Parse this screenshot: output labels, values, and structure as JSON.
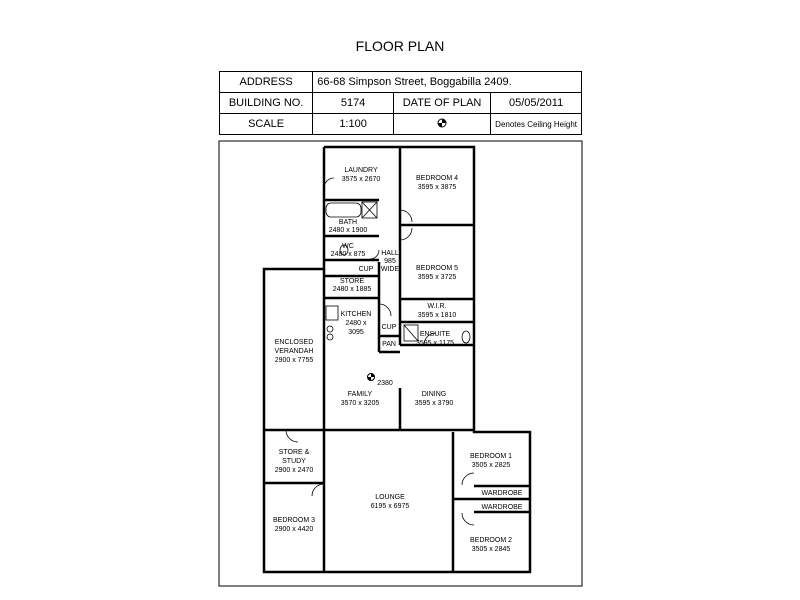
{
  "title": "FLOOR PLAN",
  "info": {
    "address_label": "ADDRESS",
    "address": "66-68 Simpson Street, Boggabilla 2409.",
    "building_label": "BUILDING NO.",
    "building_no": "5174",
    "date_label": "DATE OF PLAN",
    "date": "05/05/2011",
    "scale_label": "SCALE",
    "scale": "1:100",
    "ceiling_note": "Denotes Ceiling Height"
  },
  "rooms": {
    "laundry": {
      "name": "LAUNDRY",
      "dims": "3575 x 2670"
    },
    "bedroom4": {
      "name": "BEDROOM 4",
      "dims": "3595 x 3875"
    },
    "bath": {
      "name": "BATH",
      "dims": "2480 x 1900"
    },
    "wc": {
      "name": "WC",
      "dims": "2480 x 875"
    },
    "hall": {
      "name": "HALL",
      "dims": "985",
      "extra": "WIDE"
    },
    "cup1": {
      "name": "CUP"
    },
    "bedroom5": {
      "name": "BEDROOM 5",
      "dims": "3595 x 3725"
    },
    "store": {
      "name": "STORE",
      "dims": "2480 x 1885"
    },
    "wir": {
      "name": "W.I.R.",
      "dims": "3595 x 1810"
    },
    "kitchen": {
      "name": "KITCHEN",
      "dims": "2480 x",
      "dims2": "3095"
    },
    "cup2": {
      "name": "CUP"
    },
    "ensuite": {
      "name": "ENSUITE",
      "dims": "3595 x 1175"
    },
    "pan": {
      "name": "PAN"
    },
    "verandah": {
      "name": "ENCLOSED",
      "name2": "VERANDAH",
      "dims": "2900 x 7755"
    },
    "ceiling": {
      "value": "2380"
    },
    "family": {
      "name": "FAMILY",
      "dims": "3570 x 3205"
    },
    "dining": {
      "name": "DINING",
      "dims": "3595 x 3790"
    },
    "study": {
      "name": "STORE &",
      "name2": "STUDY",
      "dims": "2900 x 2470"
    },
    "bedroom1": {
      "name": "BEDROOM 1",
      "dims": "3505 x 2825"
    },
    "lounge": {
      "name": "LOUNGE",
      "dims": "6195 x 6975"
    },
    "wardrobe1": {
      "name": "WARDROBE"
    },
    "wardrobe2": {
      "name": "WARDROBE"
    },
    "bedroom3": {
      "name": "BEDROOM 3",
      "dims": "2900 x 4420"
    },
    "bedroom2": {
      "name": "BEDROOM 2",
      "dims": "3505 x 2845"
    }
  }
}
